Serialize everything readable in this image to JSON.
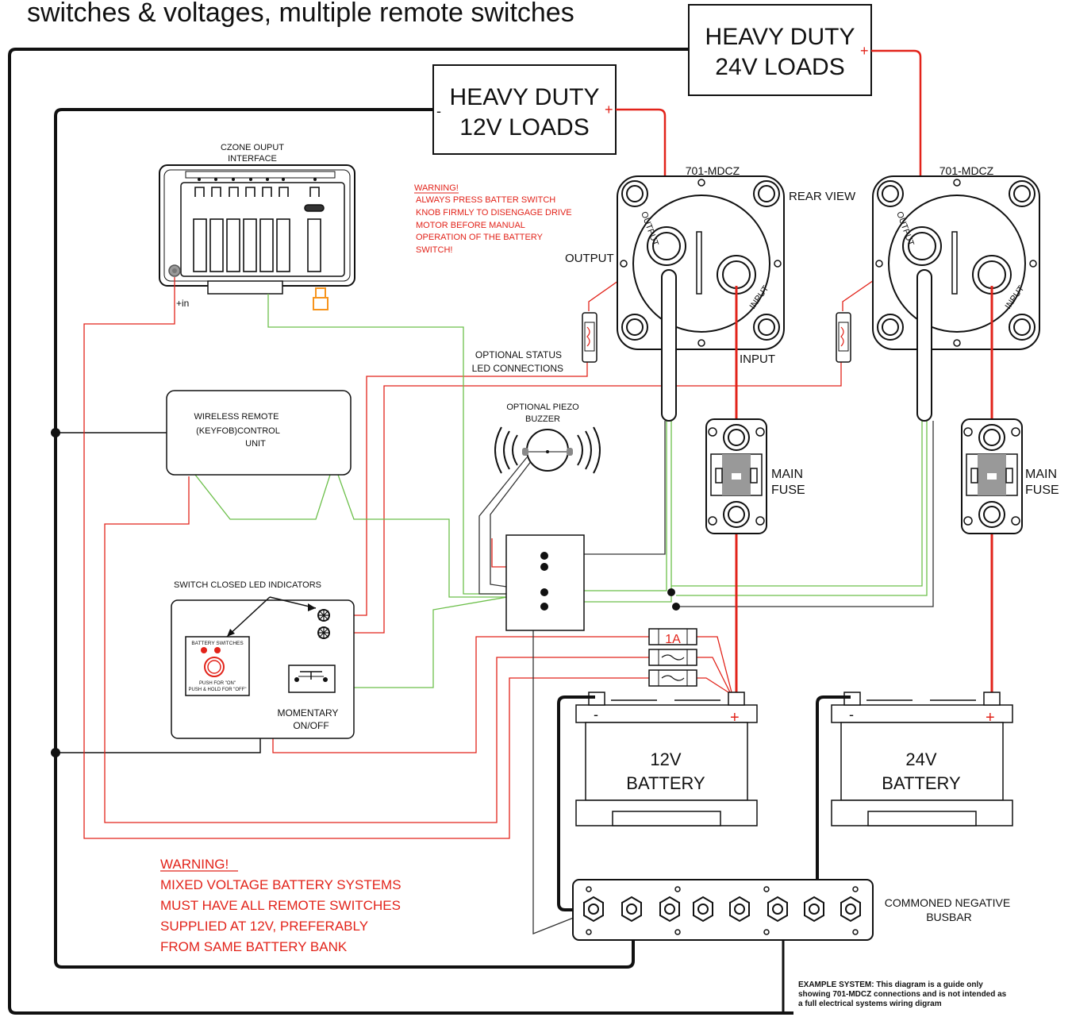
{
  "title": "switches & voltages, multiple remote switches",
  "loads_24v": {
    "line1": "HEAVY DUTY",
    "line2": "24V LOADS",
    "plus": "+"
  },
  "loads_12v": {
    "line1": "HEAVY DUTY",
    "line2": "12V LOADS",
    "minus": "-",
    "plus": "+"
  },
  "czone": {
    "line1": "CZONE OUPUT",
    "line2": "INTERFACE",
    "in_label": "+in"
  },
  "warning_top": {
    "line1": "WARNING!",
    "line2": "ALWAYS PRESS BATTER SWITCH",
    "line3": "KNOB FIRMLY TO DISENGAGE DRIVE",
    "line4": "MOTOR BEFORE MANUAL",
    "line5": "OPERATION OF THE BATTERY",
    "line6": "SWITCH!"
  },
  "switch_left": {
    "model": "701-MDCZ",
    "output_side": "OUTPUT",
    "input_side": "INPUT"
  },
  "switch_right": {
    "model": "701-MDCZ",
    "output_side": "OUTPUT",
    "input_side": "INPUT"
  },
  "labels": {
    "rear_view": "REAR VIEW",
    "output": "OUTPUT",
    "input": "INPUT",
    "status_led_1": "OPTIONAL STATUS",
    "status_led_2": "LED CONNECTIONS",
    "piezo_1": "OPTIONAL PIEZO",
    "piezo_2": "BUZZER",
    "main_fuse_1": "MAIN",
    "main_fuse_2": "FUSE",
    "fuse_1a": "1A",
    "led_indicators": "SWITCH CLOSED LED INDICATORS",
    "momentary_1": "MOMENTARY",
    "momentary_2": "ON/OFF",
    "busbar_1": "COMMONED NEGATIVE",
    "busbar_2": "BUSBAR"
  },
  "wireless": {
    "line1": "WIRELESS REMOTE",
    "line2": "(KEYFOB)CONTROL",
    "line3": "UNIT"
  },
  "panel": {
    "title": "BATTERY SWITCHES",
    "push_on": "PUSH FOR \"ON\"",
    "push_off": "PUSH & HOLD FOR \"OFF\""
  },
  "battery_12v": {
    "voltage": "12V",
    "name": "BATTERY",
    "minus": "-",
    "plus": "+"
  },
  "battery_24v": {
    "voltage": "24V",
    "name": "BATTERY",
    "minus": "-",
    "plus": "+"
  },
  "warning_bottom": {
    "line1": "WARNING!",
    "line2": "MIXED VOLTAGE BATTERY SYSTEMS",
    "line3": "MUST HAVE ALL REMOTE SWITCHES",
    "line4": "SUPPLIED AT 12V, PREFERABLY",
    "line5": "FROM SAME BATTERY BANK"
  },
  "footnote": {
    "line1": "EXAMPLE SYSTEM:  This diagram is a guide only",
    "line2": "showing 701-MDCZ connections and is not intended as",
    "line3": "a full electrical systems wiring digram"
  },
  "colors": {
    "positive": "#e2231a",
    "signal": "#6cbf4a",
    "negative": "#111111",
    "led_orange": "#f7941d"
  }
}
